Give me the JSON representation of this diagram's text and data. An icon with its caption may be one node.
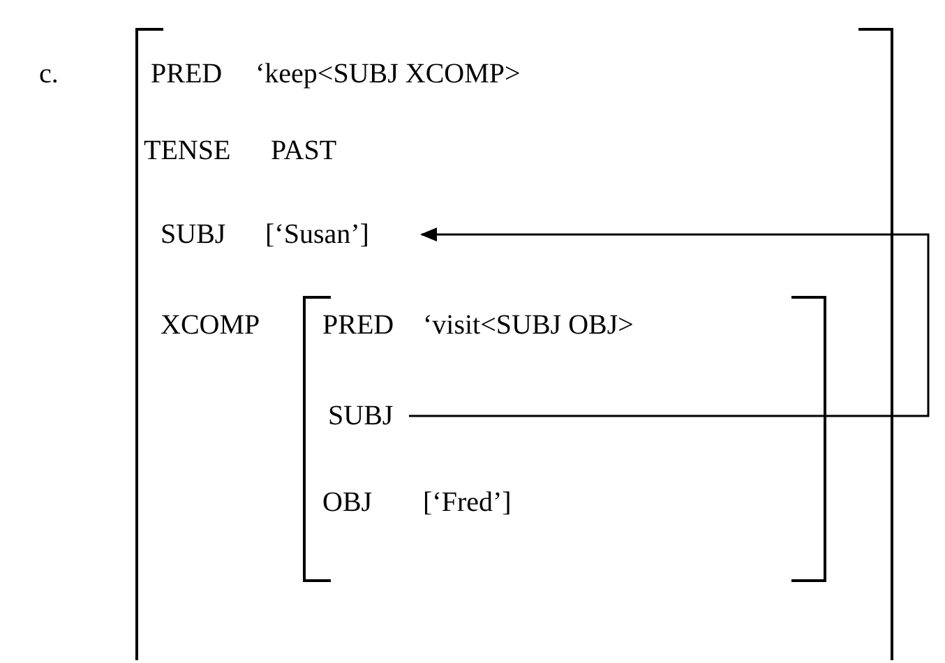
{
  "diagram": {
    "nodes": [
      {
        "text": [],
        "shape": "box"
      },
      {
        "text": [
          "[‘Susan’]"
        ],
        "in": 0
      },
      {
        "text": [],
        "shape": "box",
        "in": 0
      },
      {
        "text": [
          "SUBJ"
        ],
        "in": 2
      }
    ],
    "edges": [
      {
        "from": 3,
        "to": 1,
        "arrow": "to"
      }
    ],
    "labels": [
      "c.",
      "PRED",
      "‘keep<SUBJ XCOMP>",
      "TENSE",
      "PAST",
      "SUBJ",
      "XCOMP",
      "PRED",
      "‘visit<SUBJ OBJ>",
      "OBJ",
      "[‘Fred’]"
    ]
  }
}
